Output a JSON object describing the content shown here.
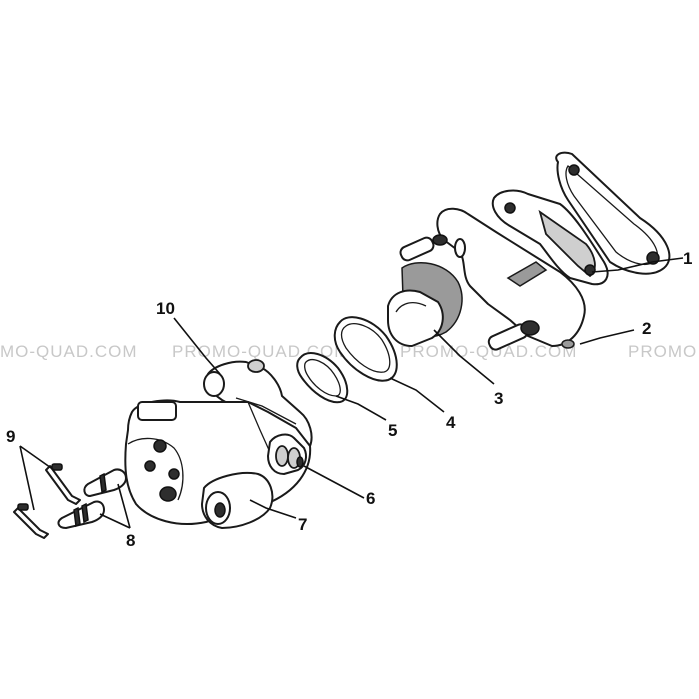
{
  "watermark": {
    "segments": [
      "MO-QUAD.COM",
      "PROMO-QUAD.COM",
      "PROMO-QUAD.COM",
      "PROMO"
    ]
  },
  "callouts": [
    {
      "id": "1",
      "label": "1"
    },
    {
      "id": "2",
      "label": "2"
    },
    {
      "id": "3",
      "label": "3"
    },
    {
      "id": "4",
      "label": "4"
    },
    {
      "id": "5",
      "label": "5"
    },
    {
      "id": "6",
      "label": "6"
    },
    {
      "id": "7",
      "label": "7"
    },
    {
      "id": "8",
      "label": "8"
    },
    {
      "id": "9",
      "label": "9"
    },
    {
      "id": "10",
      "label": "10"
    }
  ]
}
